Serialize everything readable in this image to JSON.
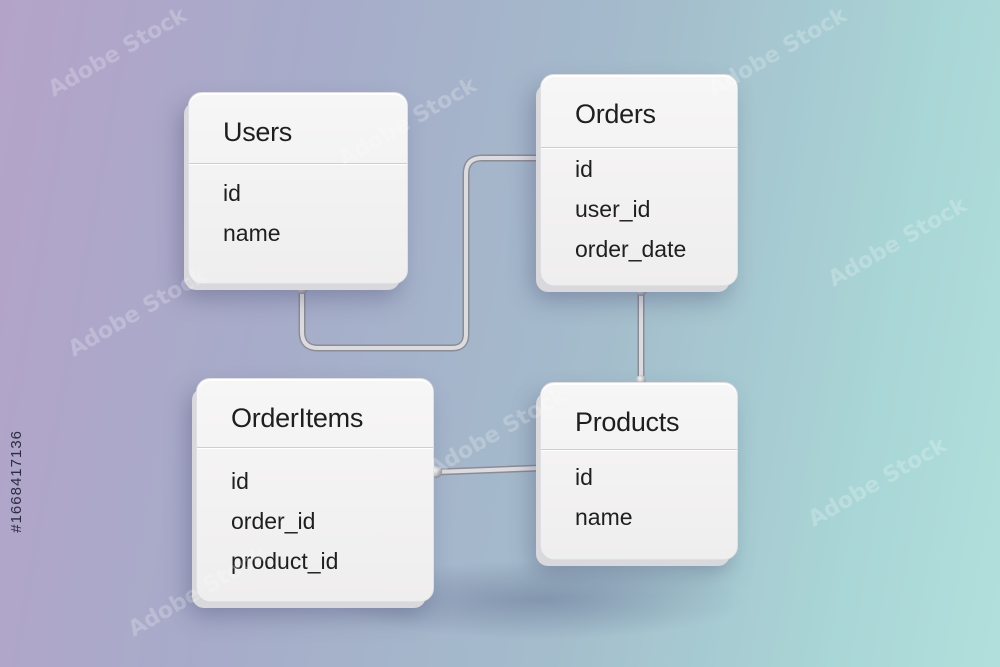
{
  "diagram": {
    "tables": [
      {
        "name": "Users",
        "fields": [
          "id",
          "name"
        ]
      },
      {
        "name": "Orders",
        "fields": [
          "id",
          "user_id",
          "order_date"
        ]
      },
      {
        "name": "OrderItems",
        "fields": [
          "id",
          "order_id",
          "product_id"
        ]
      },
      {
        "name": "Products",
        "fields": [
          "id",
          "name"
        ]
      }
    ],
    "relations": [
      {
        "from": "Users",
        "to": "Orders"
      },
      {
        "from": "Orders",
        "to": "Products"
      },
      {
        "from": "OrderItems",
        "to": "Products"
      }
    ]
  },
  "stock_id": "#1668417136",
  "watermark_text": "Adobe Stock",
  "colors": {
    "card": "#f2f1f1",
    "connector": "#c4c4c8",
    "text": "#1f1f1f"
  }
}
